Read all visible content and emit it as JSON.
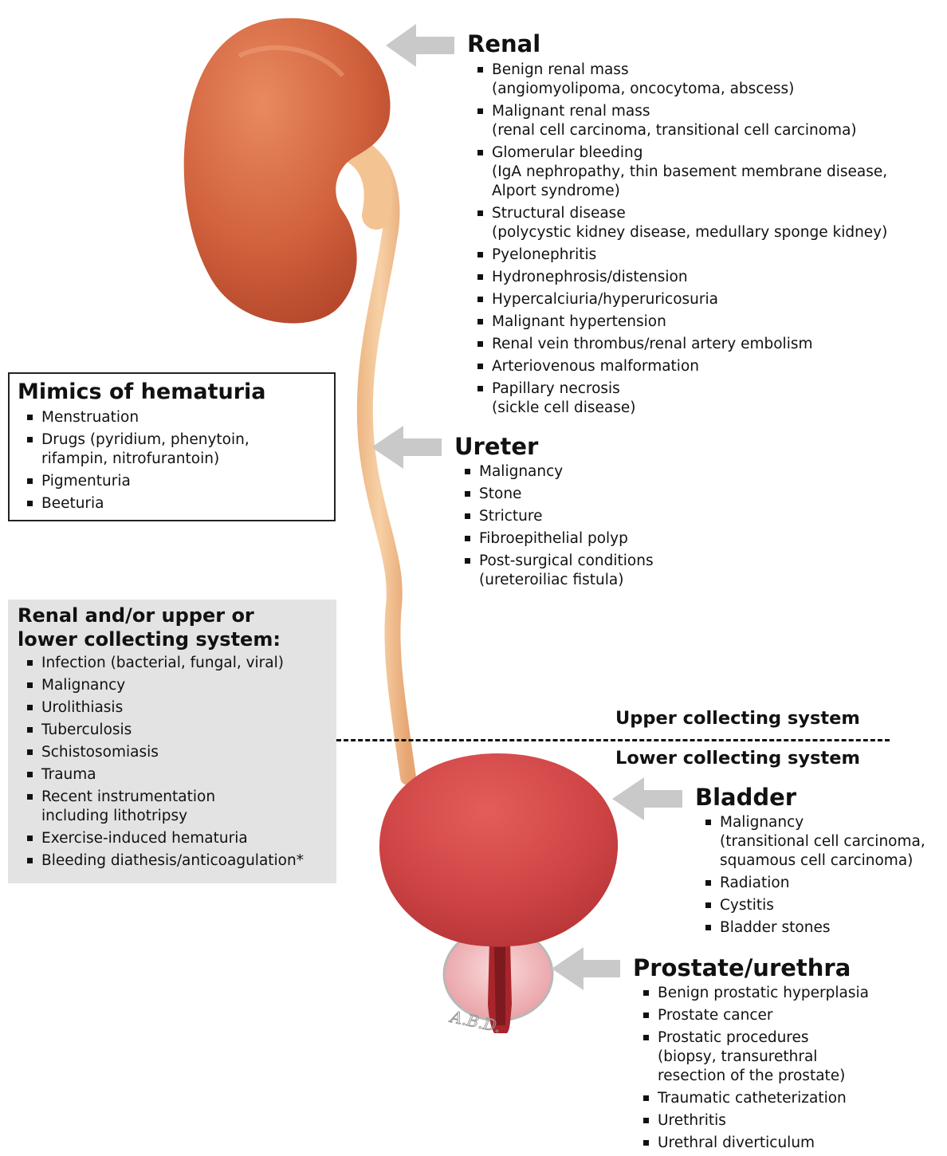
{
  "renal": {
    "title": "Renal",
    "items": [
      "Benign renal mass\n(angiomyolipoma, oncocytoma, abscess)",
      "Malignant renal mass\n(renal cell carcinoma, transitional cell carcinoma)",
      "Glomerular bleeding\n(IgA nephropathy, thin basement membrane disease,\nAlport syndrome)",
      "Structural disease\n(polycystic kidney disease, medullary sponge kidney)",
      "Pyelonephritis",
      "Hydronephrosis/distension",
      "Hypercalciuria/hyperuricosuria",
      "Malignant hypertension",
      "Renal vein thrombus/renal artery embolism",
      "Arteriovenous malformation",
      "Papillary necrosis\n(sickle cell disease)"
    ]
  },
  "ureter": {
    "title": "Ureter",
    "items": [
      "Malignancy",
      "Stone",
      "Stricture",
      "Fibroepithelial polyp",
      "Post-surgical conditions\n(ureteroiliac fistula)"
    ]
  },
  "mimics": {
    "title": "Mimics of hematuria",
    "items": [
      "Menstruation",
      "Drugs (pyridium, phenytoin,\nrifampin, nitrofurantoin)",
      "Pigmenturia",
      "Beeturia"
    ]
  },
  "collecting": {
    "title": "Renal and/or upper or\nlower collecting system:",
    "items": [
      "Infection (bacterial, fungal, viral)",
      "Malignancy",
      "Urolithiasis",
      "Tuberculosis",
      "Schistosomiasis",
      "Trauma",
      "Recent instrumentation\nincluding lithotripsy",
      "Exercise-induced hematuria",
      "Bleeding diathesis/anticoagulation*"
    ]
  },
  "divider": {
    "upper_label": "Upper collecting system",
    "lower_label": "Lower collecting system"
  },
  "bladder": {
    "title": "Bladder",
    "items": [
      "Malignancy\n(transitional cell carcinoma,\nsquamous cell carcinoma)",
      "Radiation",
      "Cystitis",
      "Bladder stones"
    ]
  },
  "prostate": {
    "title": "Prostate/urethra",
    "items": [
      "Benign prostatic hyperplasia",
      "Prostate cancer",
      "Prostatic procedures\n(biopsy, transurethral\nresection of the prostate)",
      "Traumatic catheterization",
      "Urethritis",
      "Urethral diverticulum"
    ]
  },
  "signature": "A.B.D.",
  "colors": {
    "kidney": "#d0603e",
    "ureter": "#f3c391",
    "bladder": "#d04848",
    "prostate": "#f2b7bb",
    "arrow": "#c9c9c9",
    "box_fill": "#e3e3e3"
  }
}
